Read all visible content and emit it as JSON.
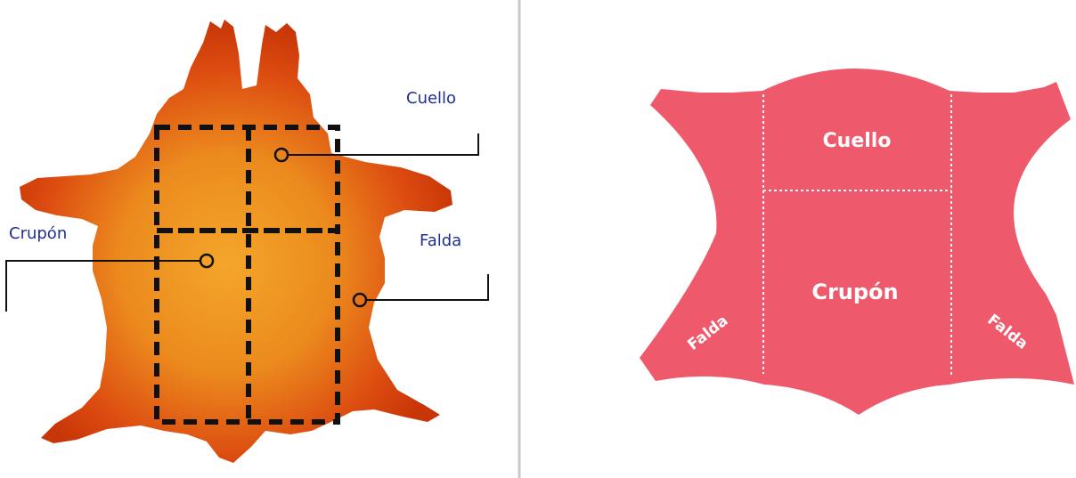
{
  "left_panel": {
    "labels": {
      "cuello": "Cuello",
      "crupon": "Crupón",
      "falda": "Falda"
    }
  },
  "right_panel": {
    "labels": {
      "cuello": "Cuello",
      "crupon": "Crupón",
      "falda_left": "Falda",
      "falda_right": "Falda"
    }
  },
  "colors": {
    "hide_outer": "#d8400e",
    "hide_inner": "#f2a024",
    "label_blue": "#1f2f8f",
    "leather_pink": "#ee5a6c",
    "divider": "#c8c8c8"
  }
}
